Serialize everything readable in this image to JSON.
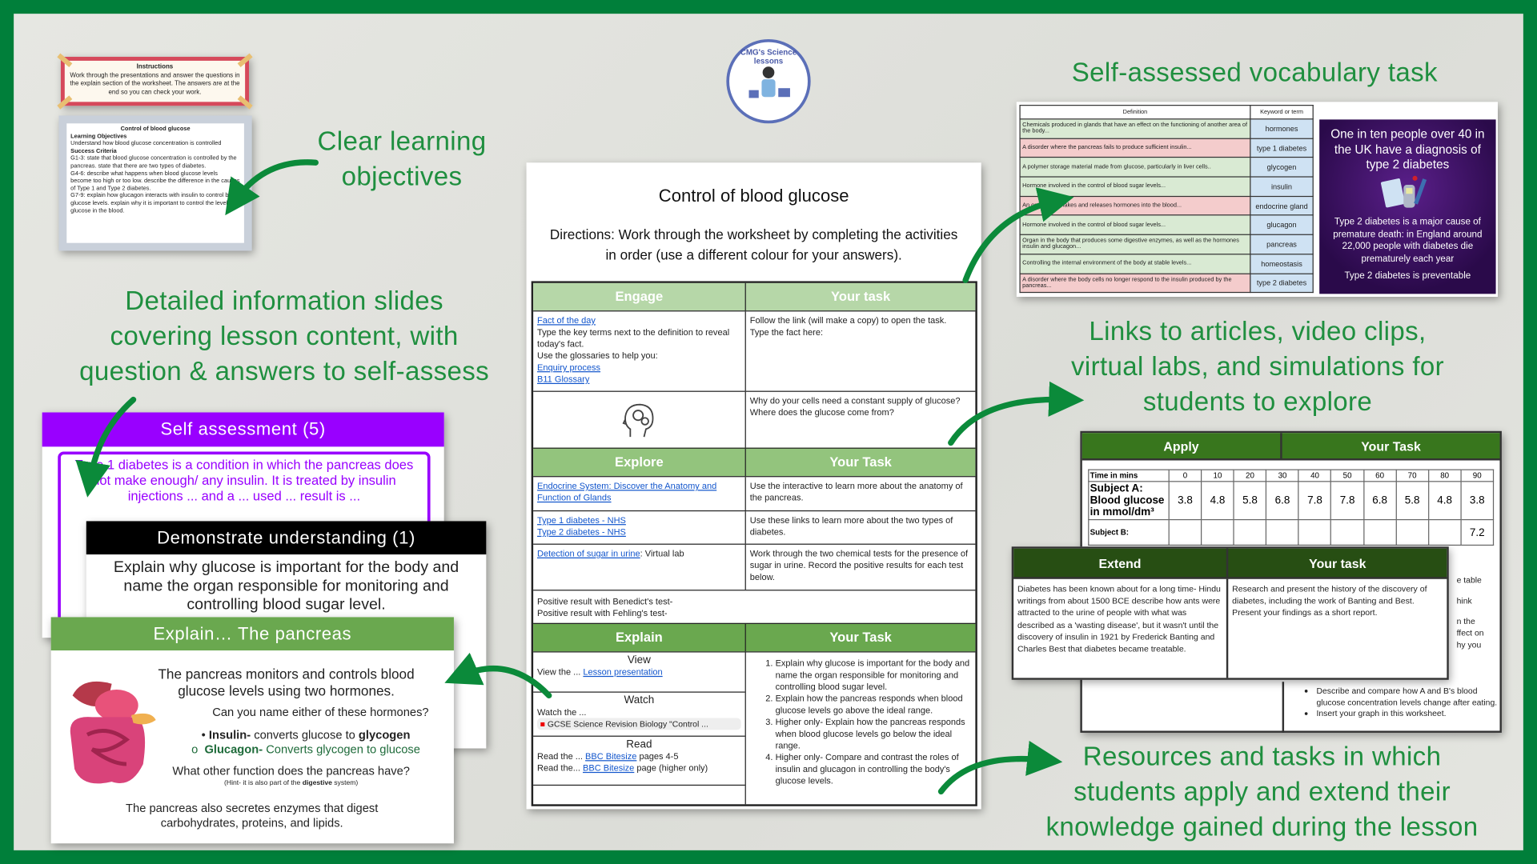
{
  "promo": {
    "objectives": [
      "Clear learning",
      "objectives"
    ],
    "vocab": "Self-assessed vocabulary task",
    "slides": [
      "Detailed information slides",
      "covering lesson content, with",
      "question & answers to self-assess"
    ],
    "links": [
      "Links to articles, video clips,",
      "virtual labs, and simulations for",
      "students to explore"
    ],
    "resources": [
      "Resources and tasks in which",
      "students apply and extend their",
      "knowledge gained during the lesson"
    ]
  },
  "logo": {
    "text": "CMG's Science lessons"
  },
  "instructions": {
    "title": "Instructions",
    "body": "Work through the presentations and answer the questions in the explain section of the worksheet. The answers are at the end so you can check your work."
  },
  "objectives_card": {
    "title": "Control of blood glucose",
    "lo_heading": "Learning Objectives",
    "lo": "Understand how blood glucose concentration is controlled",
    "sc_heading": "Success Criteria",
    "criteria": [
      "G1-3: state that blood glucose concentration is controlled by the pancreas. state that there are two types of diabetes.",
      "G4-6: describe what happens when blood glucose levels become too high or too low. describe the difference in the causes of Type 1 and Type 2 diabetes.",
      "G7-9: explain how glucagon interacts with insulin to control blood glucose levels. explain why it is important to control the level of glucose in the blood."
    ]
  },
  "vocab_table": {
    "headers": [
      "Definition",
      "Keyword or term"
    ],
    "rows": [
      {
        "definition": "Chemicals produced in glands that have an effect on the functioning of another area of the body...",
        "term": "hormones",
        "status": "green"
      },
      {
        "definition": "A disorder where the pancreas fails to produce sufficient insulin...",
        "term": "type 1 diabetes",
        "status": "red"
      },
      {
        "definition": "A polymer storage material made from glucose, particularly in liver cells..",
        "term": "glycogen",
        "status": "green"
      },
      {
        "definition": "Hormone involved in the control of blood sugar levels...",
        "term": "insulin",
        "status": "green"
      },
      {
        "definition": "An organ that makes and releases hormones into the blood...",
        "term": "endocrine gland",
        "status": "red"
      },
      {
        "definition": "Hormone involved in the control of blood sugar levels...",
        "term": "glucagon",
        "status": "green"
      },
      {
        "definition": "Organ in the body that produces some digestive enzymes, as well as the hormones insulin and glucagon...",
        "term": "pancreas",
        "status": "green"
      },
      {
        "definition": "Controlling the internal environment of the body at stable levels...",
        "term": "homeostasis",
        "status": "green"
      },
      {
        "definition": "A disorder where the body cells no longer respond to the insulin produced by the pancreas...",
        "term": "type 2 diabetes",
        "status": "red"
      }
    ],
    "fact": {
      "headline": "One in ten people over 40 in the UK have a diagnosis of type 2 diabetes",
      "body": "Type 2 diabetes is a major cause of premature death: in England around 22,000 people with diabetes die prematurely each year",
      "footer": "Type 2 diabetes is preventable"
    }
  },
  "self_assessment": {
    "title": "Self assessment (5)",
    "text": "Type 1 diabetes is a condition in which the pancreas does not make enough/ any insulin. It is treated by insulin injections ... and a ... used ... result is ..."
  },
  "demonstrate": {
    "title": "Demonstrate understanding (1)",
    "text": "Explain why glucose is important for the body and name the organ responsible for monitoring and controlling blood sugar level."
  },
  "explain_slide": {
    "title": "Explain…  The pancreas",
    "intro": "The pancreas monitors and controls blood glucose levels using two hormones.",
    "question": "Can you name either of these hormones?",
    "insulin_label": "Insulin-",
    "insulin_text": " converts glucose to ",
    "insulin_bold": "glycogen",
    "glucagon_label": "Glucagon-",
    "glucagon_text": " Converts glycogen to glucose",
    "question2": "What other function does the pancreas have?",
    "hint_pre": "(Hint- it is also part of the ",
    "hint_bold": "digestive",
    "hint_post": " system)",
    "enzymes": "The pancreas also secretes enzymes that digest carbohydrates, proteins, and lipids."
  },
  "worksheet": {
    "title": "Control of blood glucose",
    "directions": "Directions: Work through the worksheet by completing the activities in order (use a different colour for your answers).",
    "engage": {
      "header": "Engage",
      "task_header": "Your task",
      "link_fact": "Fact of the day",
      "text1": "Type the key terms next to the definition to reveal today's fact.",
      "text2": "Use the glossaries to help you:",
      "link_enquiry": "Enquiry process",
      "link_glossary": "B11 Glossary",
      "task1": "Follow the link (will make a copy) to open the task.",
      "task2": "Type the fact here:",
      "q1": "Why do your cells need a constant supply of glucose?",
      "q2": "Where does the glucose come from?"
    },
    "explore": {
      "header": "Explore",
      "task_header": "Your Task",
      "link_endocrine": "Endocrine System: Discover the Anatomy and Function of Glands",
      "task_endocrine": "Use the interactive to learn more about the anatomy of the pancreas.",
      "link_t1": "Type 1 diabetes - NHS",
      "link_t2": "Type 2 diabetes - NHS",
      "task_nhs": "Use these links to learn more about the two types of diabetes.",
      "link_urine": "Detection of sugar in urine",
      "urine_suffix": ": Virtual lab",
      "task_urine": "Work through the two chemical tests for the presence of sugar in urine. Record the positive results for each test below.",
      "benedict": "Positive result with Benedict's test-",
      "fehling": "Positive result with Fehling's test-"
    },
    "explain": {
      "header": "Explain",
      "task_header": "Your Task",
      "view": "View",
      "view_pre": "View the ... ",
      "link_lesson": "Lesson presentation",
      "watch": "Watch",
      "watch_pre": "Watch the ...",
      "video": "GCSE Science Revision Biology \"Control ...",
      "read": "Read",
      "read_pre1": "Read the ... ",
      "link_bbc1": "BBC Bitesize",
      "read_post1": " pages 4-5",
      "read_pre2": "Read the... ",
      "link_bbc2": "BBC Bitesize",
      "read_post2": " page (higher only)",
      "tasks": [
        "Explain why glucose is important for the body and name the organ responsible for monitoring and controlling blood sugar level.",
        "Explain how the pancreas responds when blood glucose levels go above the ideal range.",
        "Higher only- Explain how the pancreas responds when blood glucose levels go below the ideal range.",
        "Higher only- Compare and contrast the roles of insulin and glucagon in controlling the body's glucose levels."
      ]
    }
  },
  "apply": {
    "header": "Apply",
    "task_header": "Your Task",
    "time_label": "Time in mins",
    "times": [
      "0",
      "10",
      "20",
      "30",
      "40",
      "50",
      "60",
      "70",
      "80",
      "90"
    ],
    "subject_a_label": "Subject A: Blood glucose in mmol/dm³",
    "subject_a": [
      "3.8",
      "4.8",
      "5.8",
      "6.8",
      "7.8",
      "7.8",
      "6.8",
      "5.8",
      "4.8",
      "3.8"
    ],
    "subject_b_label": "Subject B:",
    "subject_b_last": "7.2",
    "partial": [
      "e table",
      "hink",
      "n the",
      "ffect on",
      "hy you"
    ],
    "bullets": [
      "Describe and compare how A and B's blood glucose concentration levels change after eating.",
      "Insert your graph in this worksheet."
    ]
  },
  "extend": {
    "header": "Extend",
    "task_header": "Your task",
    "text": "Diabetes has been known about for a long time- Hindu writings from about 1500 BCE describe how ants were attracted to the urine of people with what was described as a 'wasting disease', but it wasn't until the discovery of insulin in 1921 by Frederick Banting and Charles Best that diabetes became treatable.",
    "task": "Research and present the history of the discovery of diabetes, including the work of Banting and Best. Present your findings as a short report."
  },
  "colors": {
    "frame": "#007f3a",
    "promo_text": "#1f8f3f",
    "engage": "#b6d7a8",
    "explore": "#93c47d",
    "explain": "#6aa84f",
    "apply": "#38761d",
    "extend": "#274e13",
    "self_assessment": "#9900ff"
  }
}
